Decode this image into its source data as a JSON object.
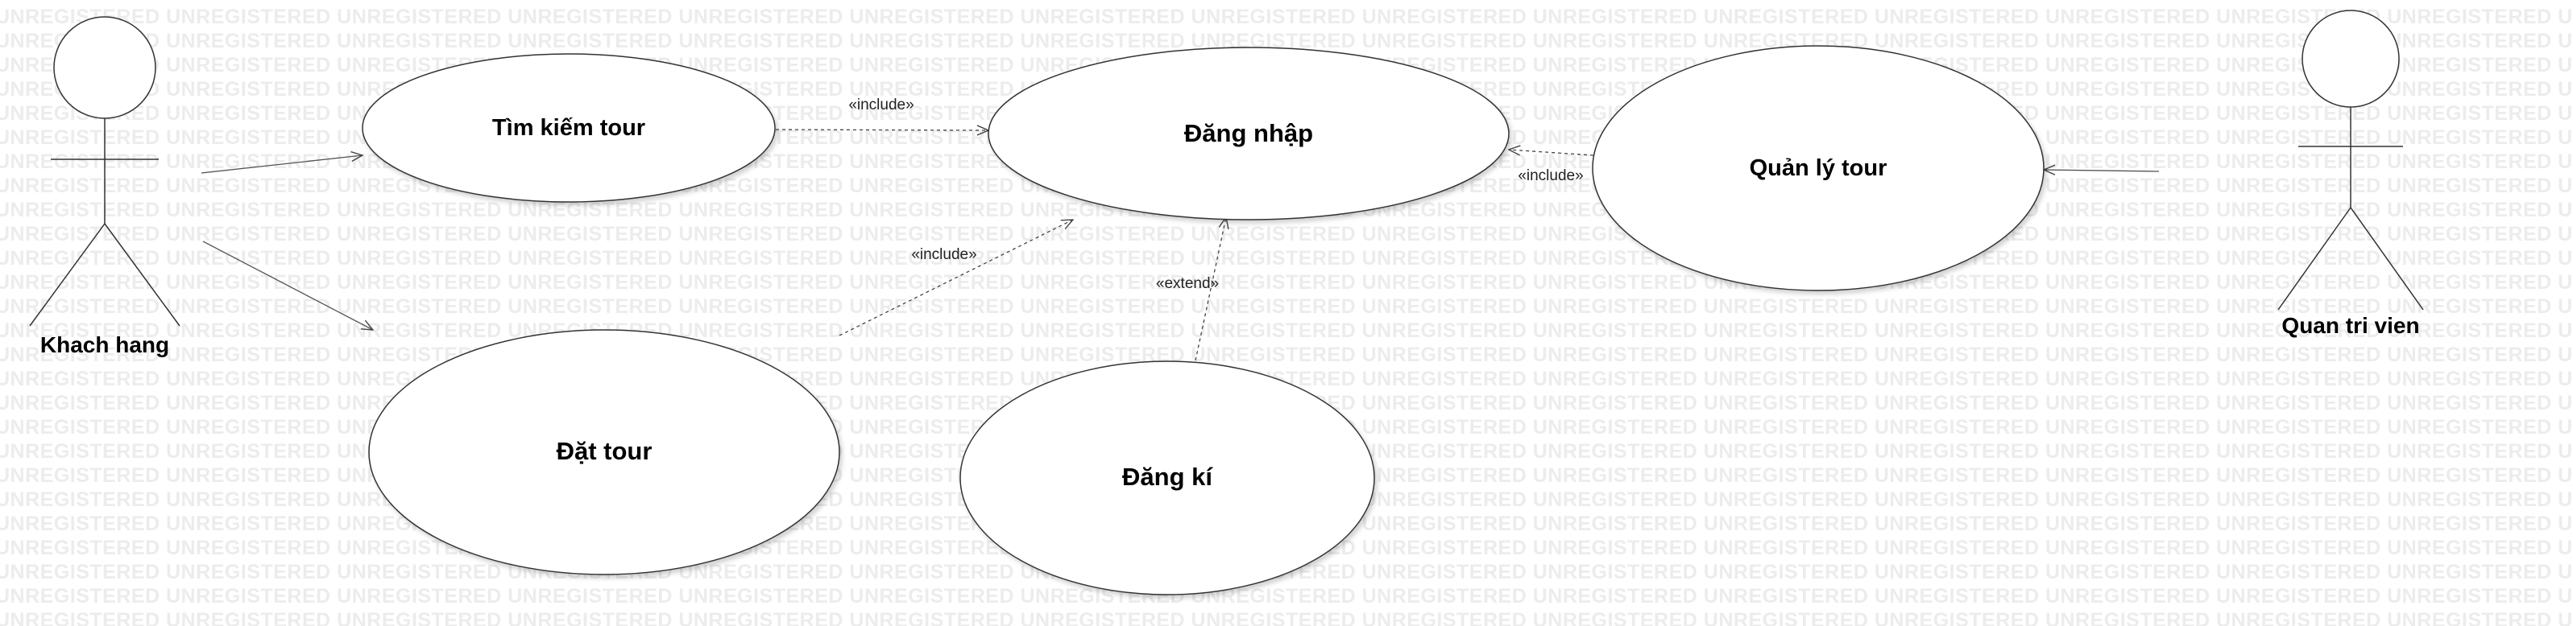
{
  "watermark": {
    "text": "UNREGISTERED",
    "color": "#ececec"
  },
  "actors": {
    "customer": {
      "name": "Khach hang"
    },
    "admin": {
      "name": "Quan tri vien"
    }
  },
  "use_cases": {
    "search_tour": {
      "label": "Tìm kiếm tour"
    },
    "login": {
      "label": "Đăng nhập"
    },
    "manage_tour": {
      "label": "Quản lý tour"
    },
    "book_tour": {
      "label": "Đặt tour"
    },
    "register": {
      "label": "Đăng kí"
    }
  },
  "relationships": {
    "search_include_login": "«include»",
    "manage_include_login": "«include»",
    "book_include_login": "«include»",
    "register_extend_login": "«extend»"
  }
}
